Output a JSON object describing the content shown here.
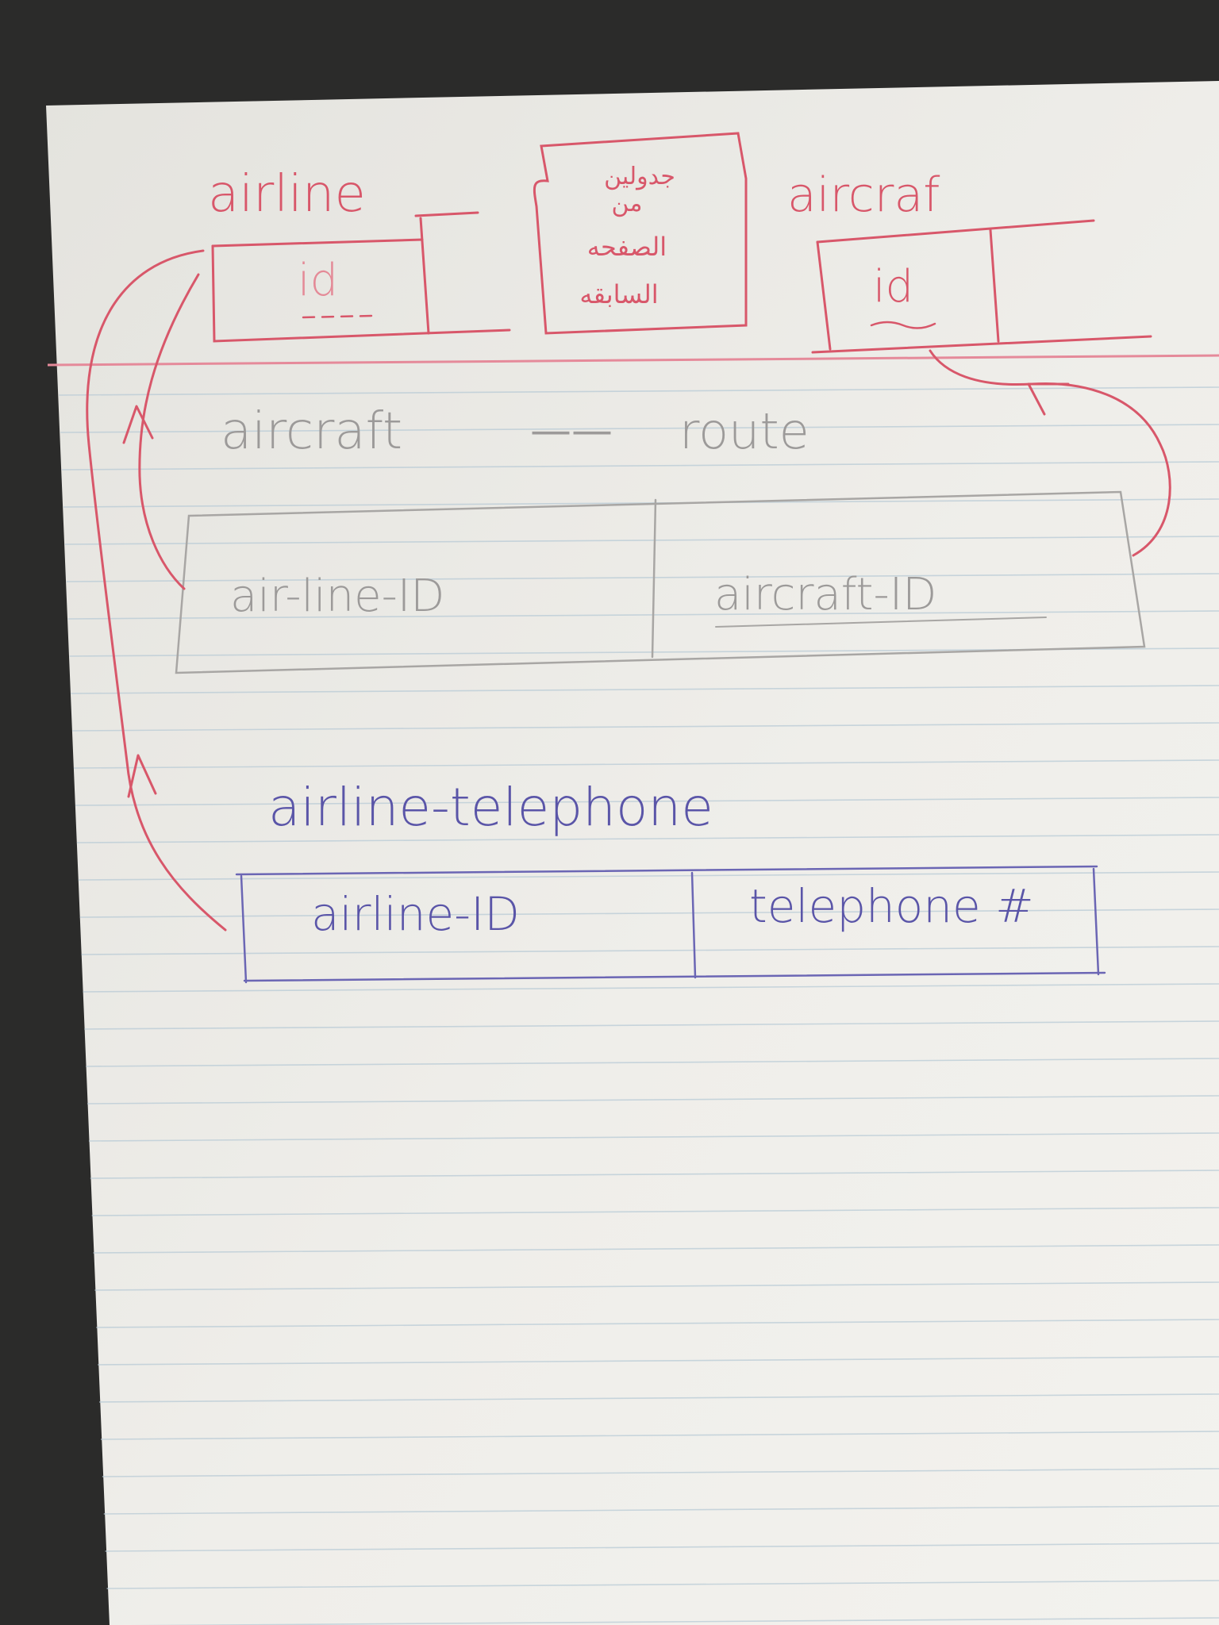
{
  "colors": {
    "background": "#2b2b2a",
    "paper": "#e9e8e3",
    "rule_line": "#b9cbd6",
    "margin_line": "#e58a9a",
    "red_ink": "#d8576a",
    "faded_ink": "#9c9a99",
    "blue_ink": "#5a55a8"
  },
  "tables": {
    "airline": {
      "title": "airline",
      "key": "id"
    },
    "aircraft": {
      "title": "aircraf",
      "key": "id"
    },
    "note_lines": [
      "جدولين",
      "من",
      "الصفحه",
      "السابقه"
    ],
    "route": {
      "title_left": "aircraft",
      "dash": "——",
      "title_right": "route",
      "col1": "air-line-ID",
      "col2": "aircraft-ID"
    },
    "airline_telephone": {
      "title": "airline-telephone",
      "col1": "airline-ID",
      "col2": "telephone #"
    }
  },
  "relationships": [
    {
      "from": "route.air-line-ID",
      "to": "airline.id",
      "icon": "arrow-icon"
    },
    {
      "from": "route.aircraft-ID",
      "to": "aircraft.id",
      "icon": "arrow-icon"
    },
    {
      "from": "airline-telephone.airline-ID",
      "to": "airline.id",
      "icon": "arrow-icon"
    }
  ]
}
